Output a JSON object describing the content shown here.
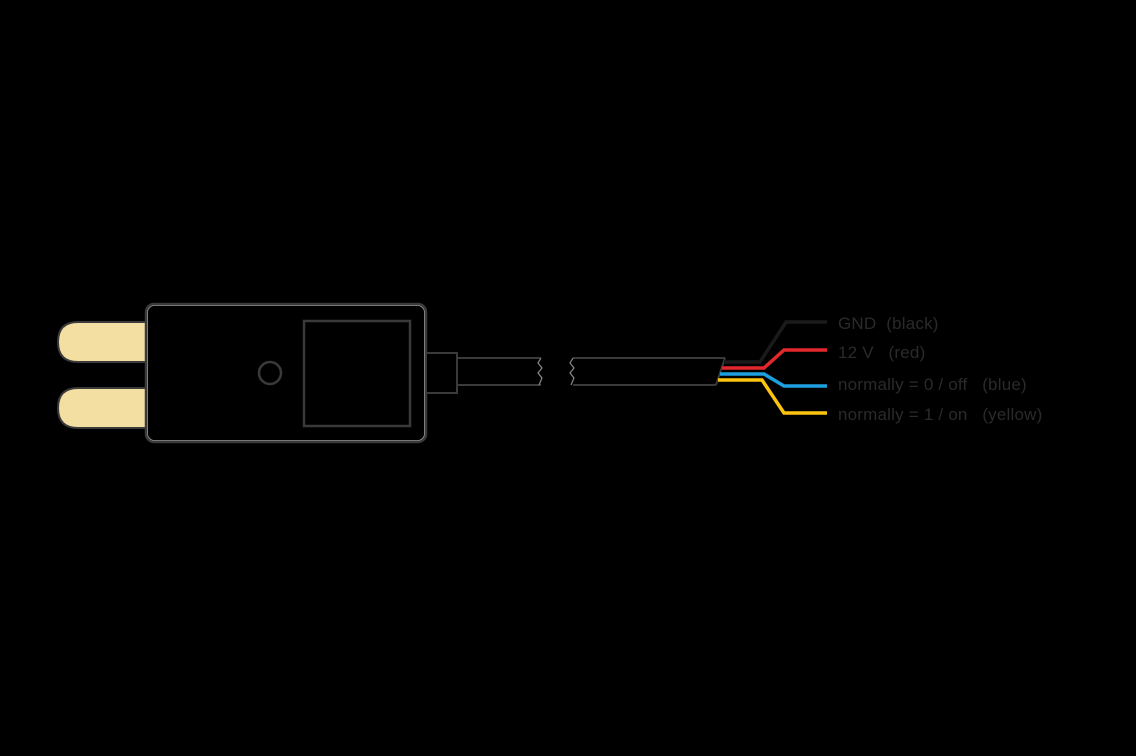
{
  "diagram": {
    "subject": "sensor plug with 4-wire cable",
    "colors": {
      "background": "#000000",
      "outline": "#3a3a3a",
      "outline_highlight": "#bdbdbd",
      "prongs": "#f3dfa2",
      "wire_black": "#1a1a1a",
      "wire_red": "#e2282d",
      "wire_blue": "#1ea0e0",
      "wire_yellow": "#fcc40f"
    },
    "wires": [
      {
        "label": "GND  (black)",
        "color": "#1a1a1a"
      },
      {
        "label": "12 V   (red)",
        "color": "#e2282d"
      },
      {
        "label": "normally = 0 / off   (blue)",
        "color": "#1ea0e0"
      },
      {
        "label": "normally = 1 / on   (yellow)",
        "color": "#fcc40f"
      }
    ]
  }
}
